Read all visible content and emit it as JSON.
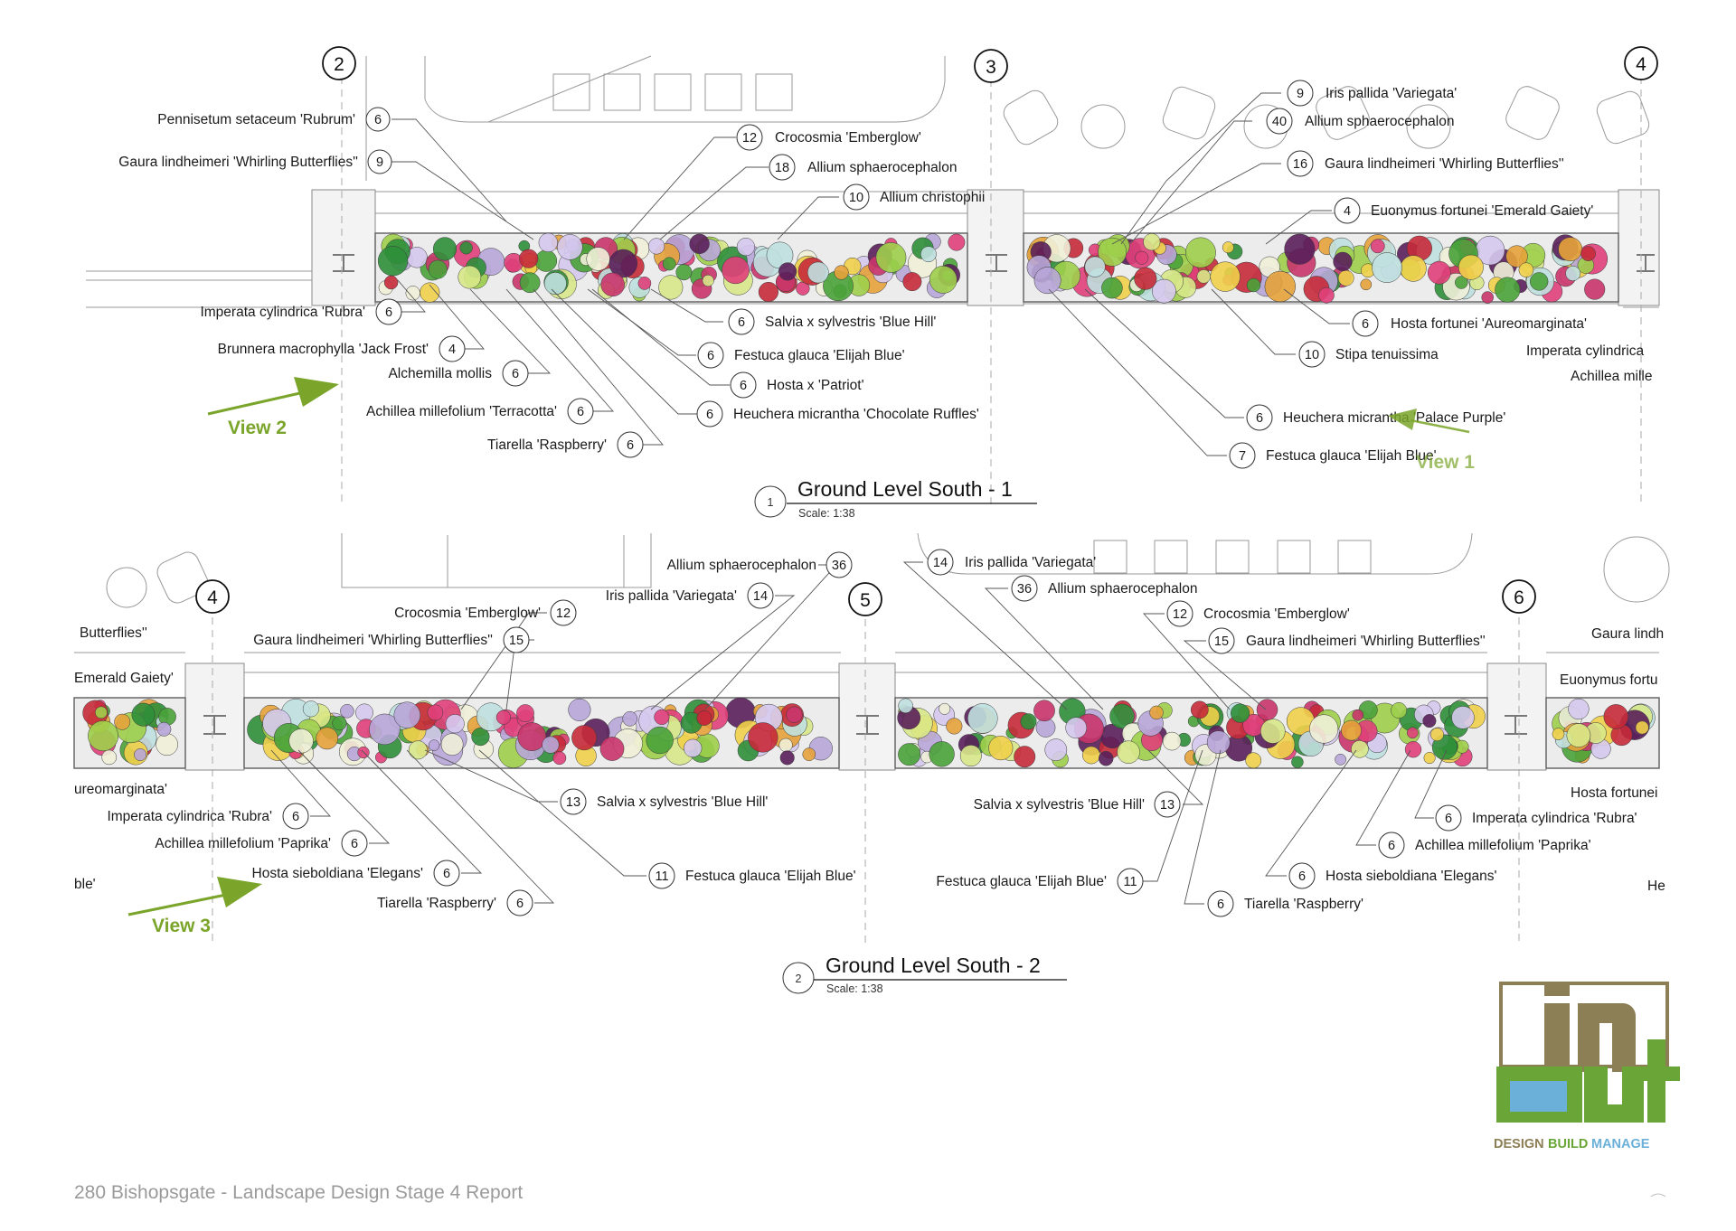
{
  "footer": {
    "report_title": "280 Bishopsgate - Landscape Design Stage 4 Report"
  },
  "colors": {
    "view_arrow": "#7aa52a",
    "logo_olive": "#8c7e55",
    "logo_green": "#6aa637",
    "logo_blue": "#6ab0d8"
  },
  "logo": {
    "word_design": "DESIGN",
    "word_build": "BUILD",
    "word_manage": "MANAGE",
    "mark_text": "in out"
  },
  "plans": [
    {
      "id": "south-1",
      "title": "Ground Level South - 1",
      "scale": "Scale: 1:38",
      "ref": "1",
      "gridlines": [
        "2",
        "3",
        "4"
      ],
      "views": [
        {
          "label": "View 2"
        },
        {
          "label": "View 1"
        }
      ],
      "callouts": [
        {
          "qty": "6",
          "name": "Pennisetum setaceum 'Rubrum'"
        },
        {
          "qty": "9",
          "name": "Gaura lindheimeri 'Whirling Butterflies''"
        },
        {
          "qty": "12",
          "name": "Crocosmia 'Emberglow'"
        },
        {
          "qty": "18",
          "name": "Allium sphaerocephalon"
        },
        {
          "qty": "10",
          "name": "Allium christophii"
        },
        {
          "qty": "6",
          "name": "Imperata cylindrica 'Rubra'"
        },
        {
          "qty": "4",
          "name": "Brunnera macrophylla 'Jack Frost'"
        },
        {
          "qty": "6",
          "name": "Alchemilla mollis"
        },
        {
          "qty": "6",
          "name": "Achillea millefolium 'Terracotta'"
        },
        {
          "qty": "6",
          "name": "Tiarella 'Raspberry'"
        },
        {
          "qty": "6",
          "name": "Salvia x sylvestris 'Blue Hill'"
        },
        {
          "qty": "6",
          "name": "Festuca glauca 'Elijah Blue'"
        },
        {
          "qty": "6",
          "name": "Hosta x 'Patriot'"
        },
        {
          "qty": "6",
          "name": "Heuchera micrantha 'Chocolate Ruffles'"
        },
        {
          "qty": "9",
          "name": "Iris pallida 'Variegata'"
        },
        {
          "qty": "40",
          "name": "Allium sphaerocephalon"
        },
        {
          "qty": "16",
          "name": "Gaura lindheimeri 'Whirling Butterflies''"
        },
        {
          "qty": "4",
          "name": "Euonymus fortunei 'Emerald Gaiety'"
        },
        {
          "qty": "6",
          "name": "Hosta fortunei 'Aureomarginata'"
        },
        {
          "qty": "10",
          "name": "Stipa tenuissima"
        },
        {
          "qty": "",
          "name": "Imperata cylindrica"
        },
        {
          "qty": "",
          "name": "Achillea mille"
        },
        {
          "qty": "6",
          "name": "Heuchera micrantha 'Palace Purple'"
        },
        {
          "qty": "7",
          "name": "Festuca glauca 'Elijah Blue'"
        }
      ]
    },
    {
      "id": "south-2",
      "title": "Ground Level South - 2",
      "scale": "Scale: 1:38",
      "ref": "2",
      "gridlines": [
        "4",
        "5",
        "6"
      ],
      "views": [
        {
          "label": "View 3"
        }
      ],
      "callouts": [
        {
          "qty": "",
          "name": "Butterflies''"
        },
        {
          "qty": "",
          "name": "Emerald Gaiety'"
        },
        {
          "qty": "",
          "name": "ureomarginata'"
        },
        {
          "qty": "",
          "name": "ble'"
        },
        {
          "qty": "12",
          "name": "Crocosmia 'Emberglow'"
        },
        {
          "qty": "15",
          "name": "Gaura lindheimeri 'Whirling Butterflies''"
        },
        {
          "qty": "36",
          "name": "Allium sphaerocephalon"
        },
        {
          "qty": "14",
          "name": "Iris pallida 'Variegata'"
        },
        {
          "qty": "6",
          "name": "Imperata cylindrica 'Rubra'"
        },
        {
          "qty": "6",
          "name": "Achillea millefolium 'Paprika'"
        },
        {
          "qty": "6",
          "name": "Hosta sieboldiana 'Elegans'"
        },
        {
          "qty": "6",
          "name": "Tiarella 'Raspberry'"
        },
        {
          "qty": "13",
          "name": "Salvia x sylvestris 'Blue Hill'"
        },
        {
          "qty": "11",
          "name": "Festuca glauca 'Elijah Blue'"
        },
        {
          "qty": "14",
          "name": "Iris pallida 'Variegata'"
        },
        {
          "qty": "36",
          "name": "Allium sphaerocephalon"
        },
        {
          "qty": "12",
          "name": "Crocosmia 'Emberglow'"
        },
        {
          "qty": "15",
          "name": "Gaura lindheimeri 'Whirling Butterflies''"
        },
        {
          "qty": "13",
          "name": "Salvia x sylvestris 'Blue Hill'"
        },
        {
          "qty": "11",
          "name": "Festuca glauca 'Elijah Blue'"
        },
        {
          "qty": "6",
          "name": "Tiarella 'Raspberry'"
        },
        {
          "qty": "6",
          "name": "Imperata cylindrica 'Rubra'"
        },
        {
          "qty": "6",
          "name": "Achillea millefolium 'Paprika'"
        },
        {
          "qty": "6",
          "name": "Hosta sieboldiana 'Elegans'"
        },
        {
          "qty": "",
          "name": "Gaura lindh"
        },
        {
          "qty": "",
          "name": "Euonymus fortu"
        },
        {
          "qty": "",
          "name": "Hosta fortunei"
        },
        {
          "qty": "",
          "name": "He"
        }
      ]
    }
  ]
}
